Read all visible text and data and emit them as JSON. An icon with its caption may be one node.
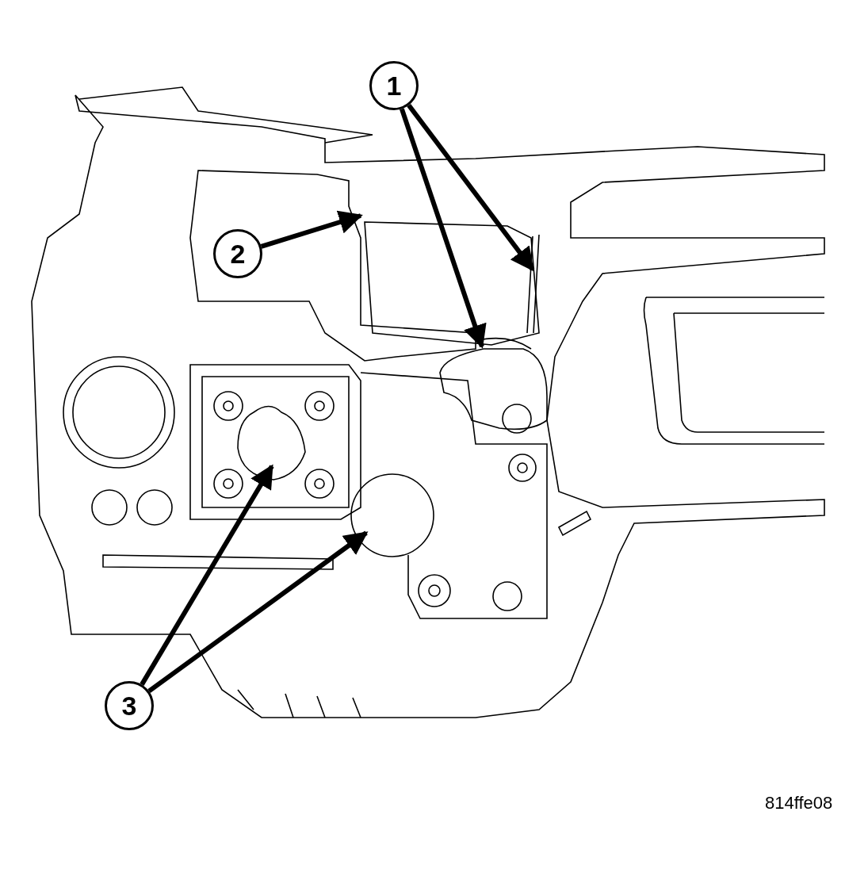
{
  "diagram": {
    "nodes": [
      {
        "text": [
          "1"
        ]
      },
      {
        "text": [
          "2"
        ]
      },
      {
        "text": [
          "3"
        ]
      }
    ],
    "edges": [
      {
        "from": 0,
        "to": null,
        "arrow": "to"
      },
      {
        "from": 0,
        "to": null,
        "arrow": "to"
      },
      {
        "from": 1,
        "to": null,
        "arrow": "to"
      },
      {
        "from": 2,
        "to": null,
        "arrow": "to"
      },
      {
        "from": 2,
        "to": null,
        "arrow": "to"
      }
    ],
    "labels": [
      "814ffe08"
    ]
  }
}
